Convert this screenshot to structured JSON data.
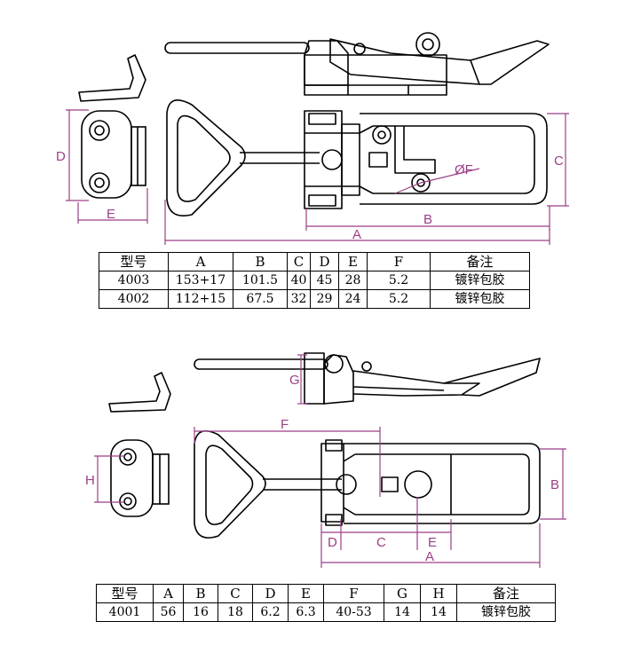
{
  "drawing_top": {
    "dimension_labels": {
      "A": "A",
      "B": "B",
      "C": "C",
      "D": "D",
      "E": "E",
      "F": "ØF"
    }
  },
  "table_top": {
    "headers": [
      "型号",
      "A",
      "B",
      "C",
      "D",
      "E",
      "F",
      "备注"
    ],
    "rows": [
      [
        "4003",
        "153+17",
        "101.5",
        "40",
        "45",
        "28",
        "5.2",
        "镀锌包胶"
      ],
      [
        "4002",
        "112+15",
        "67.5",
        "32",
        "29",
        "24",
        "5.2",
        "镀锌包胶"
      ]
    ]
  },
  "drawing_bottom": {
    "dimension_labels": {
      "A": "A",
      "B": "B",
      "C": "C",
      "D": "D",
      "E": "E",
      "F": "F",
      "G": "G",
      "H": "H"
    }
  },
  "table_bottom": {
    "headers": [
      "型号",
      "A",
      "B",
      "C",
      "D",
      "E",
      "F",
      "G",
      "H",
      "备注"
    ],
    "rows": [
      [
        "4001",
        "56",
        "16",
        "18",
        "6.2",
        "6.3",
        "40-53",
        "14",
        "14",
        "镀锌包胶"
      ]
    ]
  },
  "colors": {
    "line": "#000000",
    "dimension": "#9b3f86"
  }
}
